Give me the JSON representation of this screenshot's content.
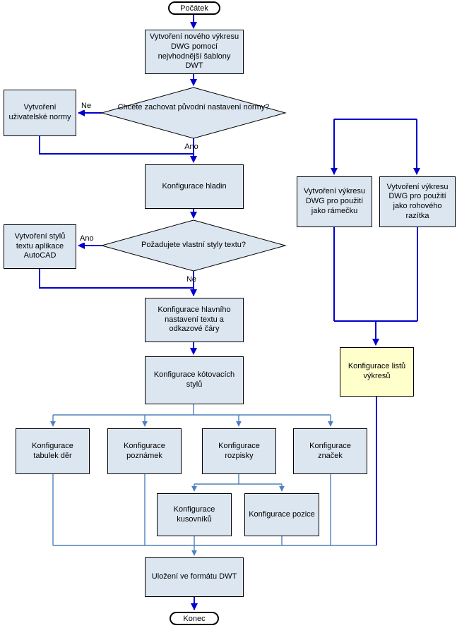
{
  "colors": {
    "node-fill": "#dce6f1",
    "node-border": "#000000",
    "arrow-main": "#0000cc",
    "arrow-fan": "#4f81bd",
    "highlight-fill": "#ffffcc",
    "terminal-fill": "#ffffff",
    "text": "#000000"
  },
  "nodes": {
    "start": "Počátek",
    "create_dwg": "Vytvoření nového výkresu DWG pomocí nejvhodnější šablony DWT",
    "keep_norm_q": "Chcete zachovat původní nastavení normy?",
    "user_norm": "Vytvoření uživatelské normy",
    "layers": "Konfigurace hladin",
    "own_text_styles_q": "Požadujete vlastní styly textu?",
    "text_styles": "Vytvoření stylů textu aplikace AutoCAD",
    "main_text": "Konfigurace hlavního nastavení textu a odkazové čáry",
    "dim_styles": "Konfigurace kótovacích stylů",
    "hole_tables": "Konfigurace tabulek děr",
    "notes": "Konfigurace poznámek",
    "parts_list": "Konfigurace rozpisky",
    "symbols": "Konfigurace značek",
    "boms": "Konfigurace kusovníků",
    "balloons": "Konfigurace pozice",
    "save_dwt": "Uložení ve formátu DWT",
    "end": "Konec",
    "frame_dwg": "Vytvoření výkresu DWG pro použití jako rámečku",
    "titleblock_dwg": "Vytvoření výkresu DWG pro použití jako rohového razítka",
    "layout_config": "Konfigurace listů výkresů"
  },
  "edge_labels": {
    "no_1": "Ne",
    "yes_1": "Ano",
    "yes_2": "Ano",
    "no_2": "Ne"
  }
}
